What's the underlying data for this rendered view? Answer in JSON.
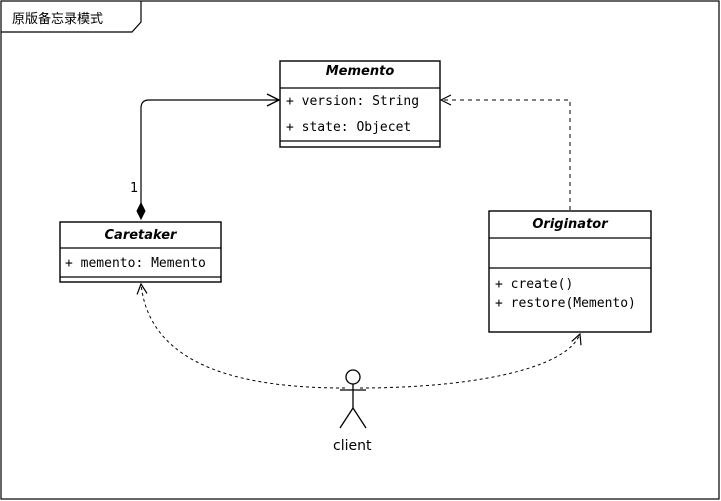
{
  "frame": {
    "title": "原版备忘录模式"
  },
  "classes": {
    "memento": {
      "name": "Memento",
      "attributes": [
        "+ version: String",
        "+ state: Objecet"
      ]
    },
    "caretaker": {
      "name": "Caretaker",
      "attributes": [
        "+ memento: Memento"
      ]
    },
    "originator": {
      "name": "Originator",
      "attributes": [],
      "operations": [
        "+ create()",
        "+ restore(Memento)"
      ]
    }
  },
  "actor": {
    "label": "client"
  },
  "associations": {
    "caretaker_memento_multiplicity": "1"
  },
  "colors": {
    "stroke": "#000000",
    "background": "#ffffff"
  }
}
